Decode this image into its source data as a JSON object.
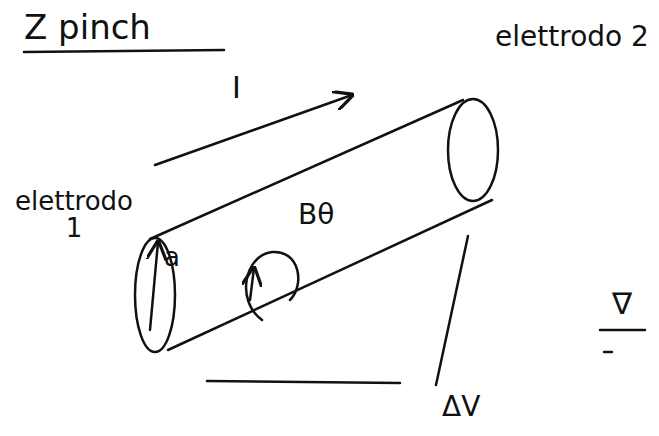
{
  "diagram": {
    "title": "Z pinch",
    "labels": [
      "I",
      "elettrodo 2",
      "elettrodo 1",
      "a",
      "Bθ",
      "ΔV",
      "∇"
    ]
  }
}
